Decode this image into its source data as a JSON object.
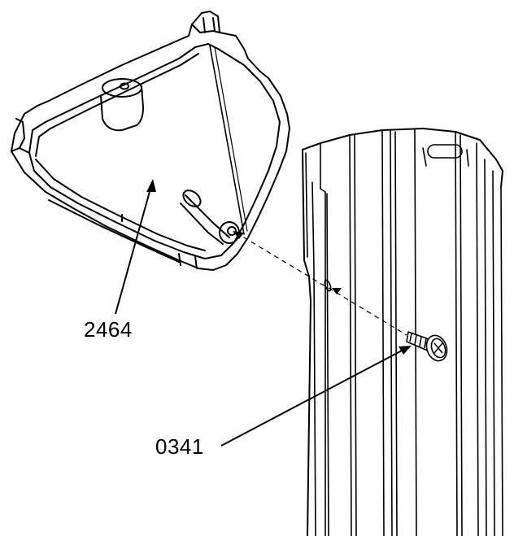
{
  "figure": {
    "type": "exploded-assembly-diagram",
    "line_color": "#000000",
    "fill_color": "#ffffff"
  },
  "callouts": [
    {
      "number": "2464",
      "part": "end-cap-bracket"
    },
    {
      "number": "0341",
      "part": "screw"
    }
  ]
}
